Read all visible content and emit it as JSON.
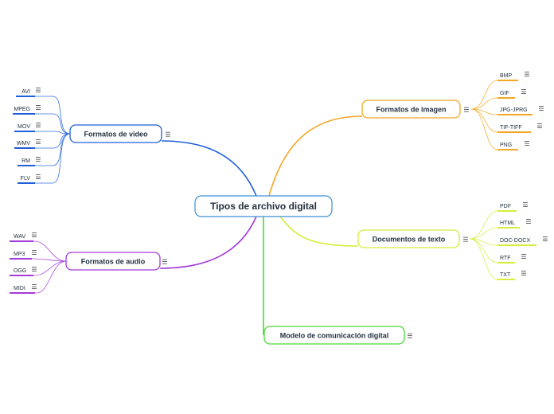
{
  "root": {
    "label": "Tipos de archivo digital",
    "color": "#3b8fd6"
  },
  "topics": [
    {
      "id": "imagen",
      "label": "Formatos de imagen",
      "color": "#f5a623",
      "items": [
        "BMP",
        "GIF",
        "JPG-JPRG",
        "TIF-TIFF",
        "PNG"
      ]
    },
    {
      "id": "texto",
      "label": "Documentos de texto",
      "color": "#d7ec3c",
      "items": [
        "PDF",
        "HTML",
        "DOC-DOCX",
        "RTF",
        "TXT"
      ]
    },
    {
      "id": "modelo",
      "label": "Modelo de comunicación digital",
      "color": "#4ad93a",
      "items": []
    },
    {
      "id": "video",
      "label": "Formatos de video",
      "color": "#1f5fd9",
      "items": [
        "AVI",
        "MPEG",
        "MOV",
        "WMV",
        "RM",
        "FLV"
      ]
    },
    {
      "id": "audio",
      "label": "Formatos de audio",
      "color": "#a33ad9",
      "items": [
        "WAV",
        "MP3",
        "OGG",
        "MIDI"
      ]
    }
  ],
  "note_icon": "notes-icon",
  "note_glyph": "☰"
}
